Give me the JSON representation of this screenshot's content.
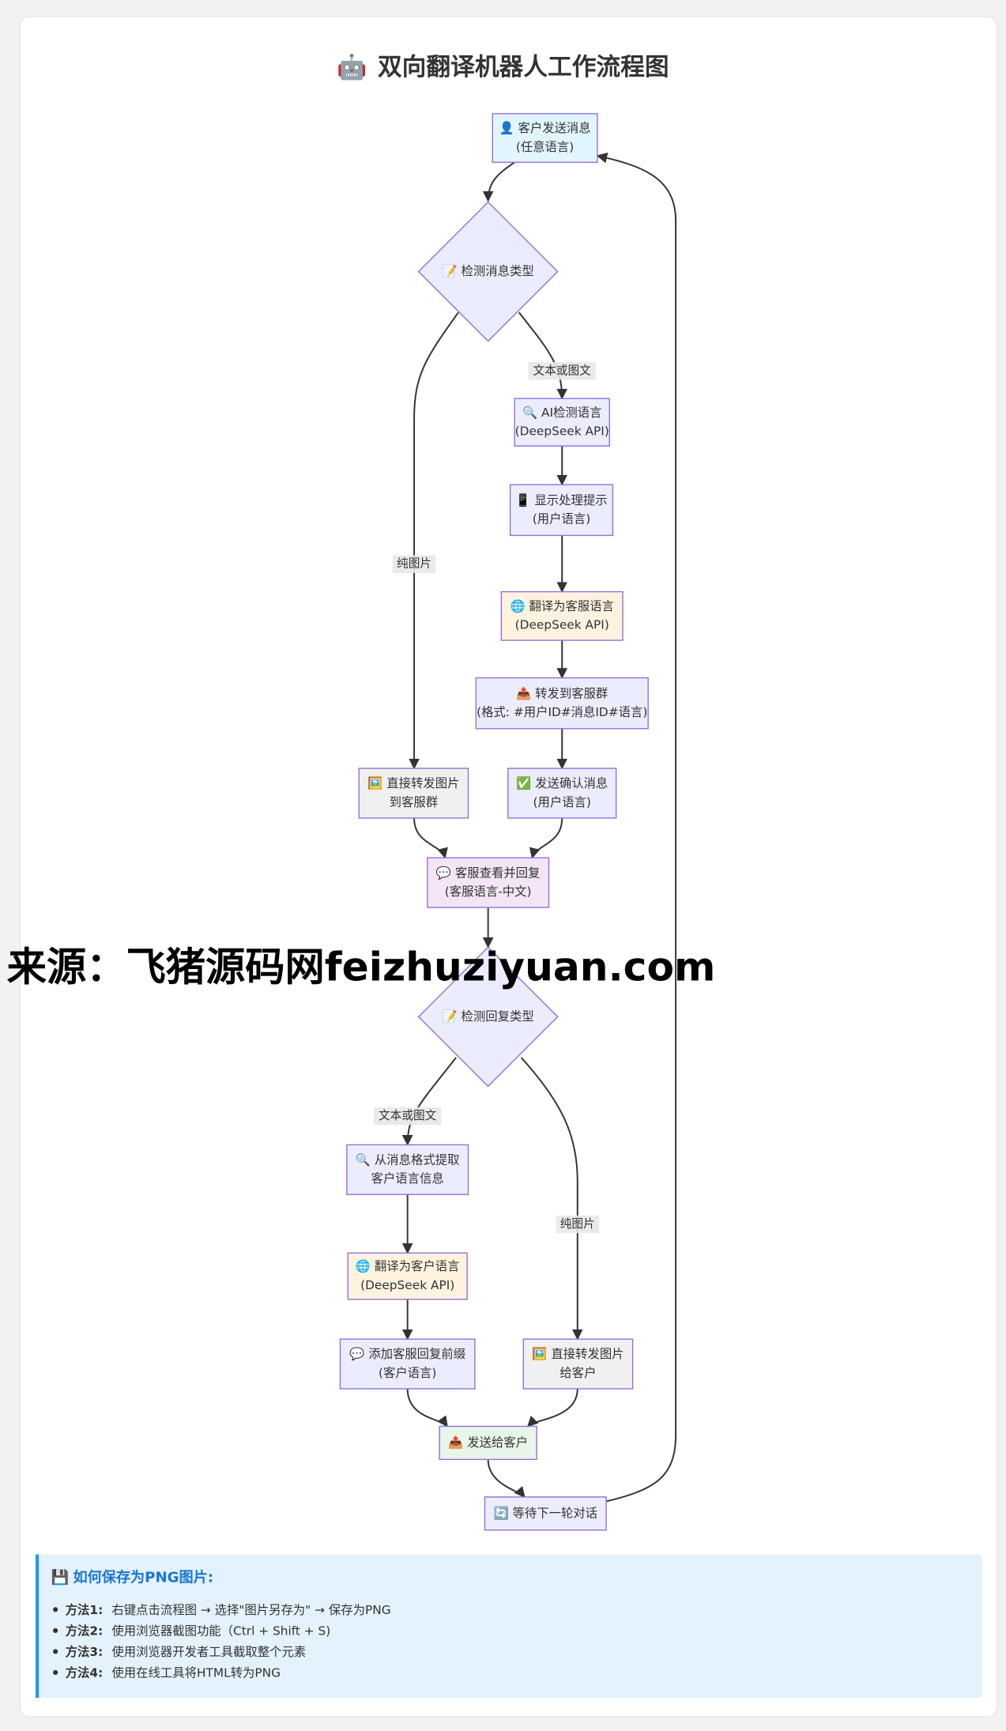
{
  "title": {
    "icon": "robot-icon",
    "emoji": "🤖",
    "text": "双向翻译机器人工作流程图"
  },
  "nodes": {
    "customer_send": {
      "lines": [
        "👤 客户发送消息",
        "(任意语言)"
      ],
      "fill": "#e1f5fe"
    },
    "detect_msg_type": {
      "lines": [
        "📝 检测消息类型"
      ],
      "fill": "#ececff"
    },
    "ai_detect": {
      "lines": [
        "🔍 AI检测语言",
        "(DeepSeek API)"
      ],
      "fill": "#ececff"
    },
    "show_hint": {
      "lines": [
        "📱 显示处理提示",
        "(用户语言)"
      ],
      "fill": "#ececff"
    },
    "translate_to_cs": {
      "lines": [
        "🌐 翻译为客服语言",
        "(DeepSeek API)"
      ],
      "fill": "#fff3e0"
    },
    "forward_to_cs": {
      "lines": [
        "📤 转发到客服群",
        "(格式: #用户ID#消息ID#语言)"
      ],
      "fill": "#ececff"
    },
    "send_confirm": {
      "lines": [
        "✅ 发送确认消息",
        "(用户语言)"
      ],
      "fill": "#ececff"
    },
    "forward_image_cs": {
      "lines": [
        "🖼️ 直接转发图片",
        "到客服群"
      ],
      "fill": "#f0f0f0"
    },
    "cs_reply": {
      "lines": [
        "💬 客服查看并回复",
        "(客服语言-中文)"
      ],
      "fill": "#f3e5f5"
    },
    "detect_reply_type": {
      "lines": [
        "📝 检测回复类型"
      ],
      "fill": "#ececff"
    },
    "extract_lang": {
      "lines": [
        "🔍 从消息格式提取",
        "客户语言信息"
      ],
      "fill": "#ececff"
    },
    "translate_to_customer": {
      "lines": [
        "🌐 翻译为客户语言",
        "(DeepSeek API)"
      ],
      "fill": "#fff3e0"
    },
    "add_prefix": {
      "lines": [
        "💬 添加客服回复前缀",
        "(客户语言)"
      ],
      "fill": "#ececff"
    },
    "forward_image_customer": {
      "lines": [
        "🖼️ 直接转发图片",
        "给客户"
      ],
      "fill": "#f0f0f0"
    },
    "send_to_customer": {
      "lines": [
        "📤 发送给客户"
      ],
      "fill": "#e8f5e9"
    },
    "wait_next": {
      "lines": [
        "🔄 等待下一轮对话"
      ],
      "fill": "#ececff"
    }
  },
  "edge_labels": {
    "text_or_mixed_1": "文本或图文",
    "image_only_1": "纯图片",
    "text_or_mixed_2": "文本或图文",
    "image_only_2": "纯图片"
  },
  "info": {
    "icon": "floppy-disk-icon",
    "emoji": "💾",
    "title": "如何保存为PNG图片:",
    "items": [
      {
        "label": "方法1:",
        "text": "右键点击流程图 → 选择\"图片另存为\" → 保存为PNG"
      },
      {
        "label": "方法2:",
        "text": "使用浏览器截图功能（Ctrl + Shift + S)"
      },
      {
        "label": "方法3:",
        "text": "使用浏览器开发者工具截取整个元素"
      },
      {
        "label": "方法4:",
        "text": "使用在线工具将HTML转为PNG"
      }
    ]
  },
  "watermark": "来源：飞猪源码网feizhuziyuan.com",
  "colors": {
    "node_stroke": "#9370db",
    "edge": "#333333",
    "info_bg": "#e3f2fd",
    "info_accent": "#2196f3",
    "info_title": "#1976d2"
  }
}
